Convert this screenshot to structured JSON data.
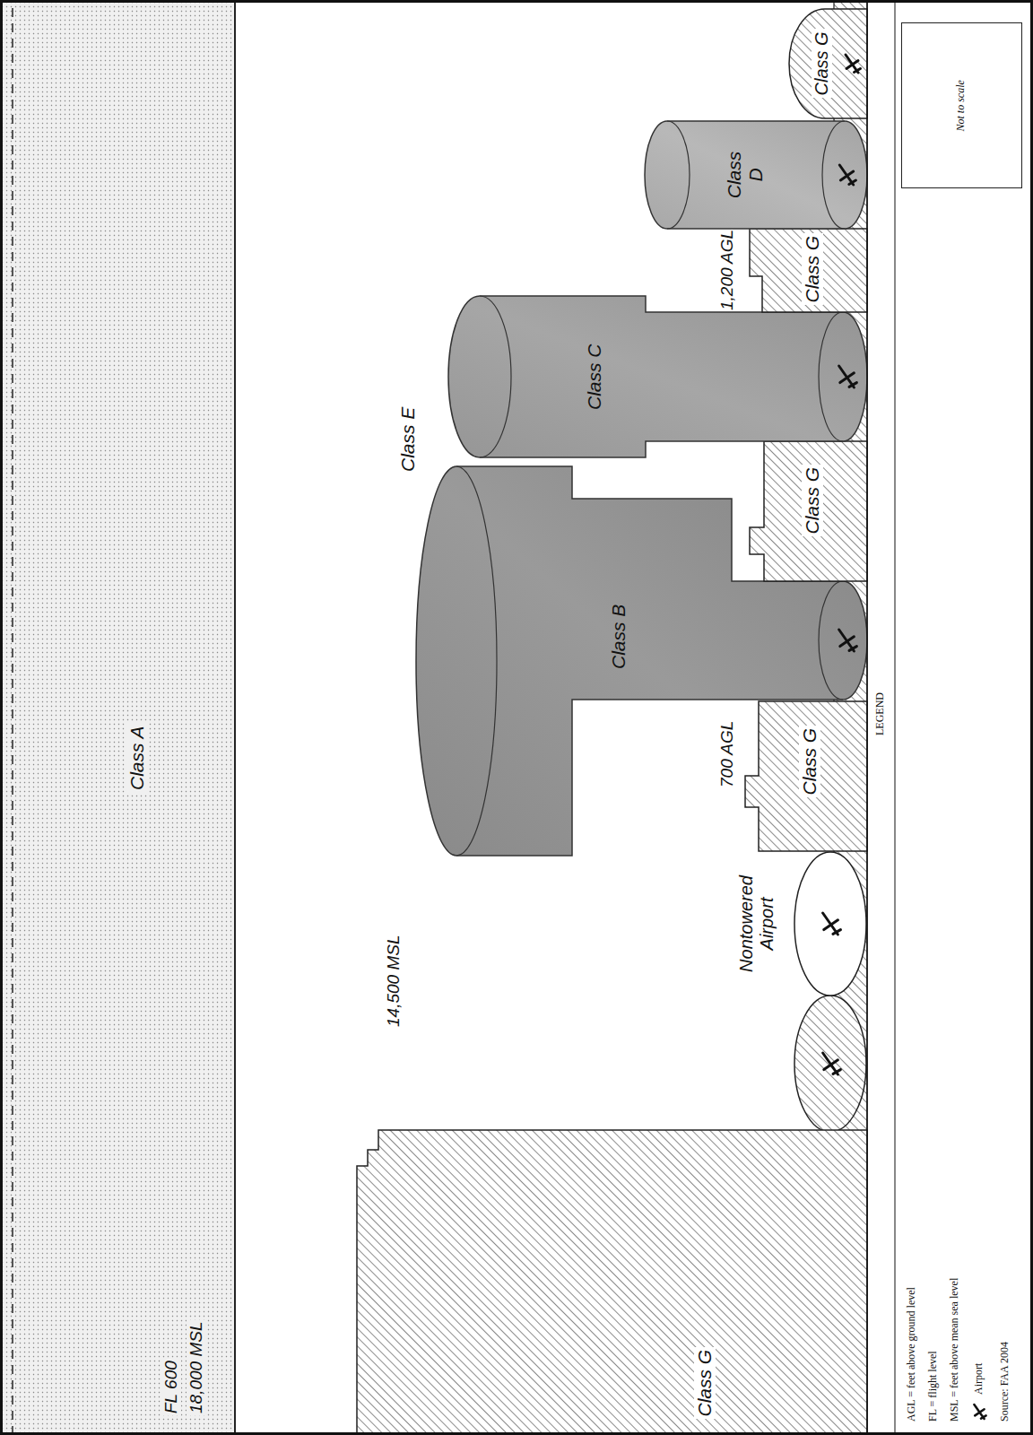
{
  "diagram": {
    "nodes": [
      {
        "text": [
          "Class A"
        ]
      },
      {
        "text": [
          "Class G"
        ]
      },
      {
        "text": [
          "Class G"
        ]
      },
      {
        "text": [
          "Class B"
        ]
      },
      {
        "text": [
          "Class G"
        ]
      },
      {
        "text": [
          "Class C"
        ]
      },
      {
        "text": [
          "Class G"
        ]
      },
      {
        "text": [
          "Class D"
        ]
      },
      {
        "text": [
          "Class G"
        ]
      },
      {
        "text": [
          "Nontowered Airport"
        ]
      },
      {
        "text": [
          "Not to scale"
        ]
      }
    ],
    "labels": [
      "FL 600",
      "18,000 MSL",
      "Class E",
      "14,500 MSL",
      "700 AGL",
      "1,200 AGL",
      "LEGEND",
      "Source: FAA 2004"
    ],
    "legend": [
      {
        "text": "AGL = feet above ground level"
      },
      {
        "text": "FL = flight level"
      },
      {
        "text": "MSL = feet above mean sea level"
      },
      {
        "text": "Airport"
      }
    ]
  }
}
